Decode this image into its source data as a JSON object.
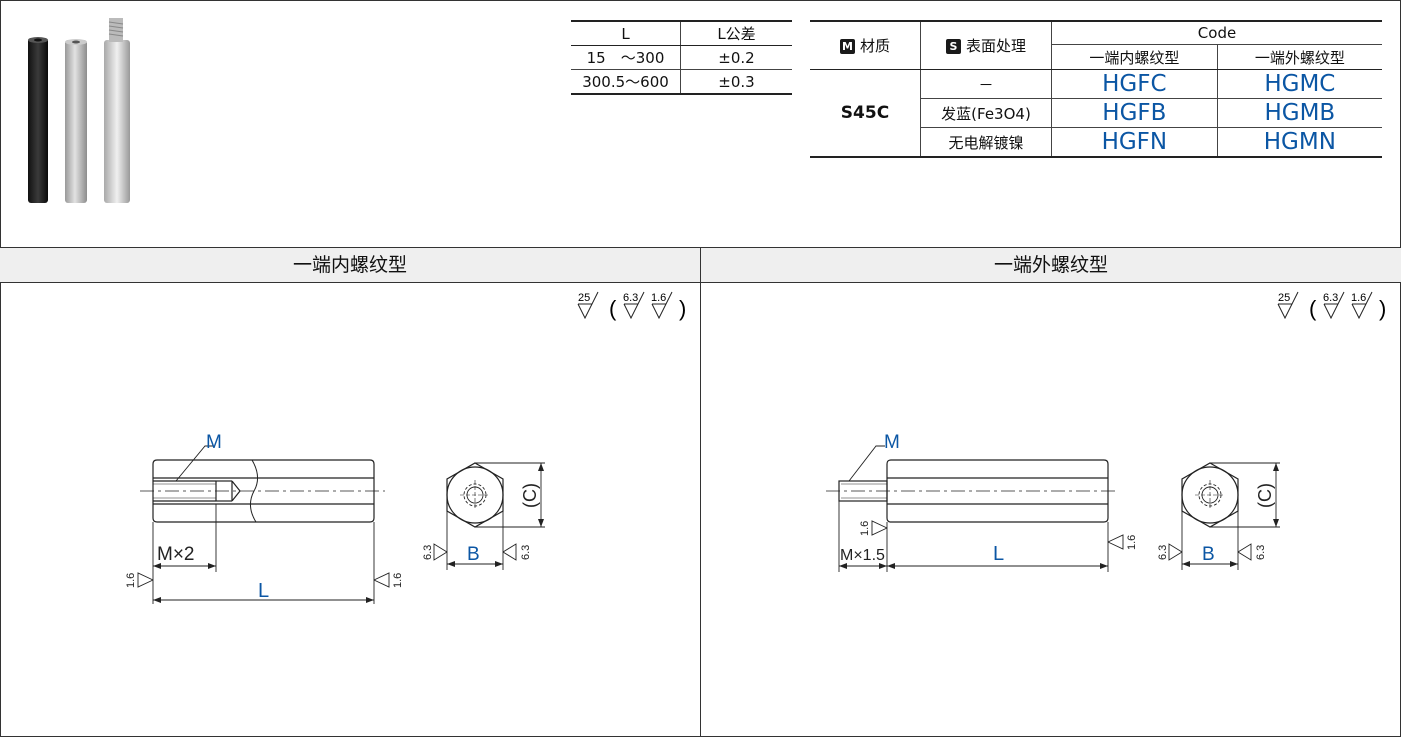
{
  "tolerance_table": {
    "headers": [
      "L",
      "L公差"
    ],
    "rows": [
      [
        "15　～300",
        "±0.2"
      ],
      [
        "300.5～600",
        "±0.3"
      ]
    ]
  },
  "code_table": {
    "material_badge": "M",
    "material_header": "材质",
    "surface_badge": "S",
    "surface_header": "表面处理",
    "code_header": "Code",
    "sub_headers": [
      "一端内螺纹型",
      "一端外螺纹型"
    ],
    "material": "S45C",
    "rows": [
      {
        "surface": "－",
        "codes": [
          "HGFC",
          "HGMC"
        ]
      },
      {
        "surface": "发蓝(Fe3O4)",
        "codes": [
          "HGFB",
          "HGMB"
        ]
      },
      {
        "surface": "无电解镀镍",
        "codes": [
          "HGFN",
          "HGMN"
        ]
      }
    ]
  },
  "sections": {
    "left_title": "一端内螺纹型",
    "right_title": "一端外螺纹型"
  },
  "roughness_note": {
    "main": "25",
    "paren_open": "(",
    "a": "6.3",
    "b": "1.6",
    "paren_close": ")"
  },
  "left_drawing": {
    "m": "M",
    "mx": "M×2",
    "l": "L",
    "b": "B",
    "c": "(C)",
    "r16": "1.6",
    "r63": "6.3"
  },
  "right_drawing": {
    "m": "M",
    "mx": "M×1.5",
    "l": "L",
    "b": "B",
    "c": "(C)",
    "r16": "1.6",
    "r63": "6.3"
  },
  "colors": {
    "accent_blue": "#0b56a4",
    "band_gray": "#efefef"
  }
}
